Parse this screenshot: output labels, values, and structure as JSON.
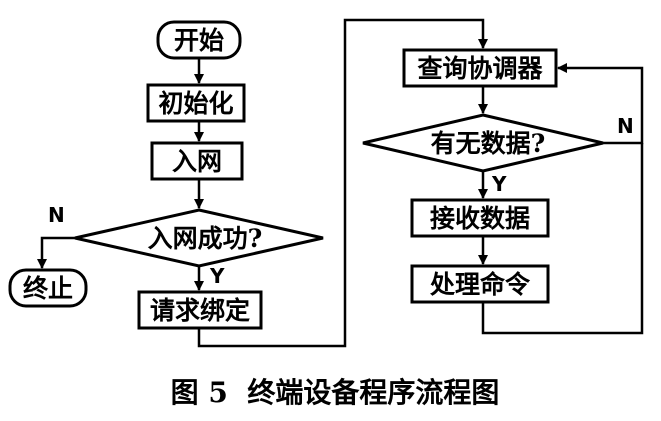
{
  "flowchart": {
    "start": "开始",
    "init": "初始化",
    "join_network": "入网",
    "join_success_q": "入网成功?",
    "terminate": "终止",
    "request_bind": "请求绑定",
    "query_coordinator": "查询协调器",
    "has_data_q": "有无数据?",
    "receive_data": "接收数据",
    "process_command": "处理命令",
    "yes": "Y",
    "no": "N"
  },
  "caption": "图 5  终端设备程序流程图"
}
